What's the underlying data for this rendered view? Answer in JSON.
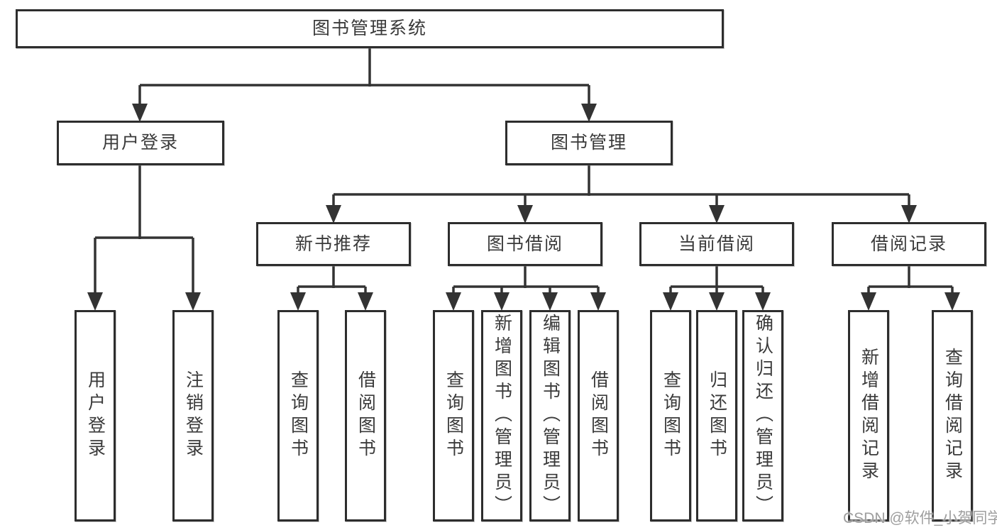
{
  "tree": {
    "label": "图书管理系统",
    "children": [
      {
        "label": "用户登录",
        "children": [
          {
            "label": "用户登录"
          },
          {
            "label": "注销登录"
          }
        ]
      },
      {
        "label": "图书管理",
        "children": [
          {
            "label": "新书推荐",
            "children": [
              {
                "label": "查询图书"
              },
              {
                "label": "借阅图书"
              }
            ]
          },
          {
            "label": "图书借阅",
            "children": [
              {
                "label": "查询图书"
              },
              {
                "label": "新增图书（管理员）"
              },
              {
                "label": "编辑图书（管理员）"
              },
              {
                "label": "借阅图书"
              }
            ]
          },
          {
            "label": "当前借阅",
            "children": [
              {
                "label": "查询图书"
              },
              {
                "label": "归还图书"
              },
              {
                "label": "确认归还（管理员）"
              }
            ]
          },
          {
            "label": "借阅记录",
            "children": [
              {
                "label": "新增借阅记录"
              },
              {
                "label": "查询借阅记录"
              }
            ]
          }
        ]
      }
    ]
  },
  "watermark": "CSDN @软件_小贺同学",
  "colors": {
    "line": "#333333",
    "box_border": "#2d2d2d",
    "text": "#3a3a3a",
    "watermark": "#9e9e9e",
    "background": "#ffffff"
  }
}
